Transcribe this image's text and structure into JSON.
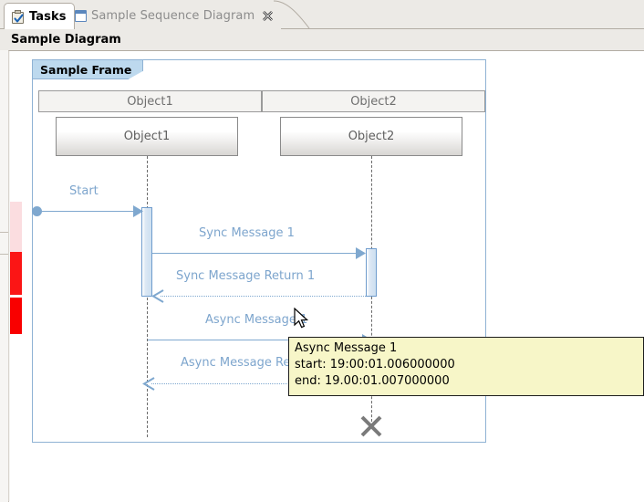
{
  "window": {
    "tabs": [
      {
        "label": "Tasks",
        "icon": "tasks-clipboard-icon",
        "active": true,
        "closable": false
      },
      {
        "label": "Sample Sequence Diagram",
        "icon": "editor-document-icon",
        "active": false,
        "closable": true,
        "close_icon": "close-x-icon"
      }
    ]
  },
  "header": {
    "title": "Sample Diagram"
  },
  "diagram": {
    "frame_label": "Sample Frame",
    "columns": [
      {
        "header": "Object1",
        "lifeline": "Object1"
      },
      {
        "header": "Object2",
        "lifeline": "Object2"
      }
    ],
    "messages": [
      {
        "label": "Start",
        "kind": "found-message",
        "style": "solid",
        "direction": "right"
      },
      {
        "label": "Sync Message 1",
        "kind": "sync-call",
        "style": "solid",
        "direction": "right"
      },
      {
        "label": "Sync Message Return 1",
        "kind": "return",
        "style": "dotted",
        "direction": "left"
      },
      {
        "label": "Async Message 1",
        "kind": "async-call",
        "style": "solid",
        "direction": "right"
      },
      {
        "label": "Async Message Return 1",
        "kind": "return",
        "style": "dotted",
        "direction": "left"
      }
    ],
    "destruction_marker": "destroy-x-icon"
  },
  "tooltip": {
    "title": "Async Message 1",
    "start": "start: 19:00:01.006000000",
    "end": "end: 19.00:01.007000000"
  },
  "gutter": {
    "markers": [
      {
        "name": "annotation-marker-pink",
        "color": "#fbdde0"
      },
      {
        "name": "annotation-marker-red-1",
        "color": "#fb1515"
      },
      {
        "name": "annotation-marker-red-2",
        "color": "#f90000"
      }
    ]
  },
  "colors": {
    "accent_blue": "#7fa8cf",
    "frame_tag_bg": "#bdd9ee",
    "tooltip_bg": "#f7f6c8",
    "chrome_bg": "#eceae6"
  }
}
